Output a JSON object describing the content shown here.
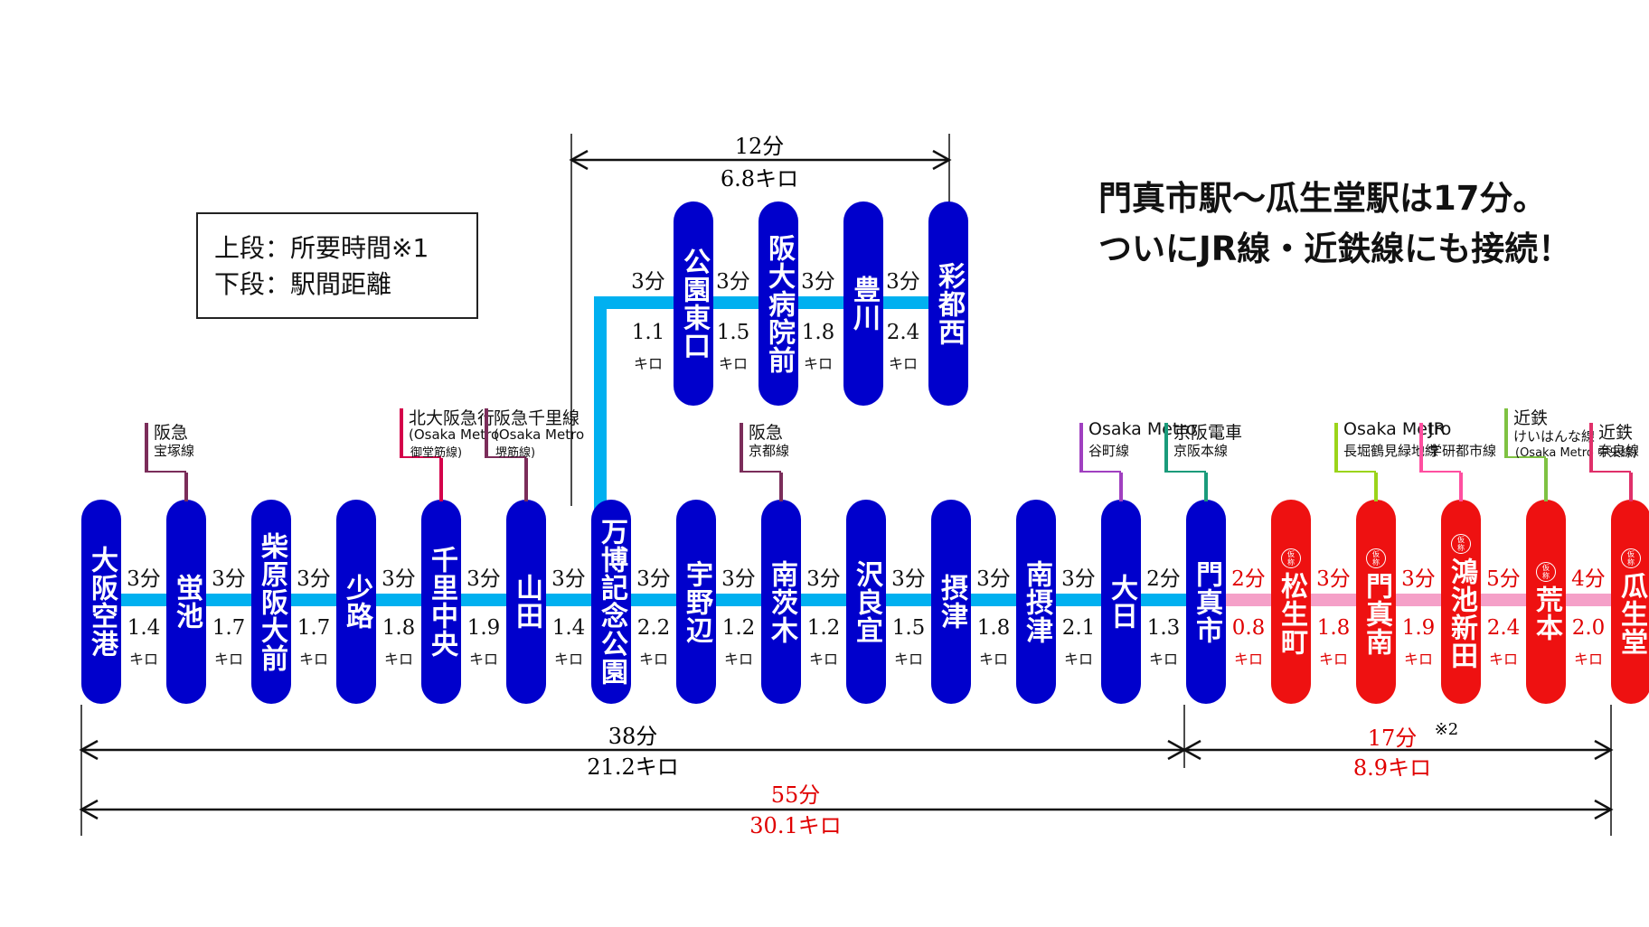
{
  "headline": [
    "門真市駅～瓜生堂駅は17分。",
    "ついにJR線・近鉄線にも接続！"
  ],
  "legend": [
    "上段：所要時間※1",
    "下段：駅間距離"
  ],
  "kari_label": [
    "仮",
    "称"
  ],
  "distance_unit": "キロ",
  "colors": {
    "existing": "#0000cc",
    "planned": "#ee1111",
    "line_existing": "#00b0f0",
    "line_planned": "#f5a0c8",
    "red_text": "#e00000"
  },
  "main_stations": [
    {
      "name": "大阪空港",
      "planned": false
    },
    {
      "name": "蛍池",
      "planned": false
    },
    {
      "name": "柴原阪大前",
      "planned": false
    },
    {
      "name": "少路",
      "planned": false
    },
    {
      "name": "千里中央",
      "planned": false
    },
    {
      "name": "山田",
      "planned": false
    },
    {
      "name": "万博記念公園",
      "planned": false
    },
    {
      "name": "宇野辺",
      "planned": false
    },
    {
      "name": "南茨木",
      "planned": false
    },
    {
      "name": "沢良宜",
      "planned": false
    },
    {
      "name": "摂津",
      "planned": false
    },
    {
      "name": "南摂津",
      "planned": false
    },
    {
      "name": "大日",
      "planned": false
    },
    {
      "name": "門真市",
      "planned": false
    },
    {
      "name": "松生町",
      "planned": true
    },
    {
      "name": "門真南",
      "planned": true
    },
    {
      "name": "鴻池新田",
      "planned": true
    },
    {
      "name": "荒本",
      "planned": true
    },
    {
      "name": "瓜生堂",
      "planned": true
    }
  ],
  "main_segments": [
    {
      "time": "3分",
      "dist": "1.4"
    },
    {
      "time": "3分",
      "dist": "1.7"
    },
    {
      "time": "3分",
      "dist": "1.7"
    },
    {
      "time": "3分",
      "dist": "1.8"
    },
    {
      "time": "3分",
      "dist": "1.9"
    },
    {
      "time": "3分",
      "dist": "1.4"
    },
    {
      "time": "3分",
      "dist": "2.2"
    },
    {
      "time": "3分",
      "dist": "1.2"
    },
    {
      "time": "3分",
      "dist": "1.2"
    },
    {
      "time": "3分",
      "dist": "1.5"
    },
    {
      "time": "3分",
      "dist": "1.8"
    },
    {
      "time": "3分",
      "dist": "2.1"
    },
    {
      "time": "2分",
      "dist": "1.3"
    },
    {
      "time": "2分",
      "dist": "0.8"
    },
    {
      "time": "3分",
      "dist": "1.8"
    },
    {
      "time": "3分",
      "dist": "1.9"
    },
    {
      "time": "5分",
      "dist": "2.4"
    },
    {
      "time": "4分",
      "dist": "2.0"
    }
  ],
  "branch_stations": [
    {
      "name": "公園東口"
    },
    {
      "name": "阪大病院前"
    },
    {
      "name": "豊川"
    },
    {
      "name": "彩都西"
    }
  ],
  "branch_segments": [
    {
      "time": "3分",
      "dist": "1.1"
    },
    {
      "time": "3分",
      "dist": "1.5"
    },
    {
      "time": "3分",
      "dist": "1.8"
    },
    {
      "time": "3分",
      "dist": "2.4"
    }
  ],
  "connections": [
    {
      "station": 1,
      "color": "#7b2d5a",
      "line1": "阪急",
      "line2": "宝塚線",
      "line3": ""
    },
    {
      "station": 4,
      "color": "#d4004a",
      "line1": "北大阪急行",
      "line2": "(Osaka Metro",
      "line3": "御堂筋線)"
    },
    {
      "station": 5,
      "color": "#7b2d5a",
      "line1": "阪急千里線",
      "line2": "(Osaka Metro",
      "line3": "堺筋線)"
    },
    {
      "station": 8,
      "color": "#7b2d5a",
      "line1": "阪急",
      "line2": "京都線",
      "line3": ""
    },
    {
      "station": 12,
      "color": "#a040c0",
      "line1": "Osaka Metro",
      "line2": "谷町線",
      "line3": ""
    },
    {
      "station": 13,
      "color": "#1a9b7b",
      "line1": "京阪電車",
      "line2": "京阪本線",
      "line3": ""
    },
    {
      "station": 15,
      "color": "#9bd41a",
      "line1": "Osaka Metro",
      "line2": "長堀鶴見緑地線",
      "line3": ""
    },
    {
      "station": 16,
      "color": "#ff4fa0",
      "line1": "JR",
      "line2": "学研都市線",
      "line3": ""
    },
    {
      "station": 17,
      "color": "#7fc242",
      "line1": "近鉄",
      "line2": "けいはんな線",
      "line3": "(Osaka Metro 中央線)"
    },
    {
      "station": 18,
      "color": "#e0306a",
      "line1": "近鉄",
      "line2": "奈良線",
      "line3": ""
    }
  ],
  "spans": {
    "branch": {
      "time": "12分",
      "dist": "6.8キロ"
    },
    "existing": {
      "time": "38分",
      "dist": "21.2キロ"
    },
    "planned": {
      "time": "17分",
      "note": "※2",
      "dist": "8.9キロ"
    },
    "total": {
      "time": "55分",
      "dist": "30.1キロ"
    }
  }
}
